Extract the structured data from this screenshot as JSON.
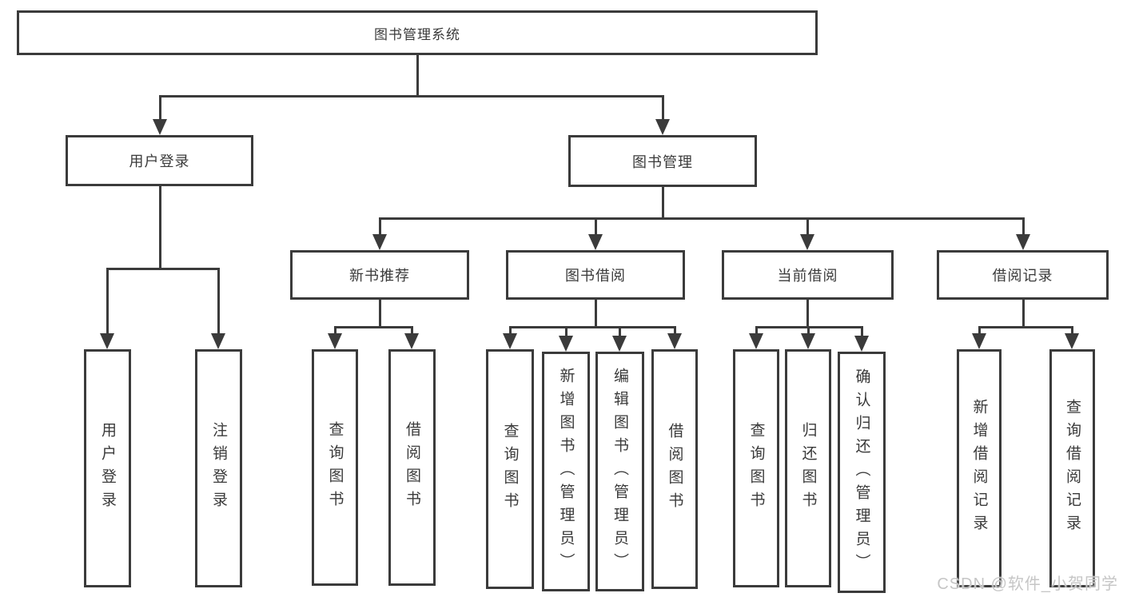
{
  "nodes": {
    "root": "图书管理系统",
    "user_login": "用户登录",
    "book_mgmt": "图书管理",
    "new_books": "新书推荐",
    "book_borrow": "图书借阅",
    "current_borrow": "当前借阅",
    "borrow_records": "借阅记录",
    "leaf_user_login": "用户登录",
    "leaf_logout": "注销登录",
    "leaf_nb_query": "查询图书",
    "leaf_nb_borrow": "借阅图书",
    "leaf_bb_query": "查询图书",
    "leaf_bb_add": "新增图书（管理员）",
    "leaf_bb_edit": "编辑图书（管理员）",
    "leaf_bb_borrow": "借阅图书",
    "leaf_cb_query": "查询图书",
    "leaf_cb_return": "归还图书",
    "leaf_cb_confirm": "确认归还（管理员）",
    "leaf_br_add": "新增借阅记录",
    "leaf_br_query": "查询借阅记录"
  },
  "watermark": "CSDN @软件_小贺同学",
  "colors": {
    "line": "#3b3b3b",
    "text": "#3a3a3a",
    "background": "#ffffff",
    "watermark": "#c6c6c6"
  }
}
